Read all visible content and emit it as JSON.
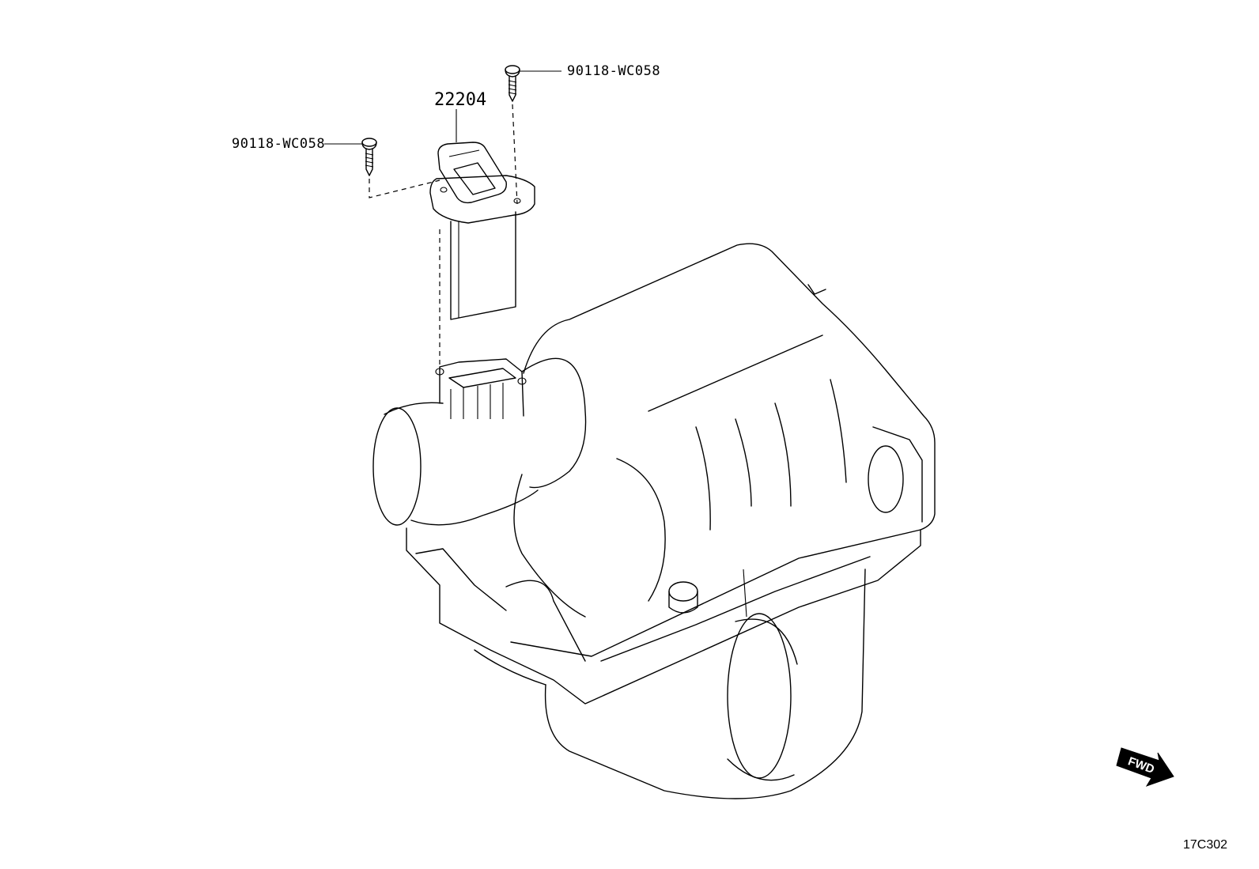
{
  "parts": {
    "sensor_part_number": "22204",
    "screw_left_part_number": "90118-WC058",
    "screw_right_part_number": "90118-WC058"
  },
  "forward_indicator": "FWD",
  "diagram_code": "17C302"
}
